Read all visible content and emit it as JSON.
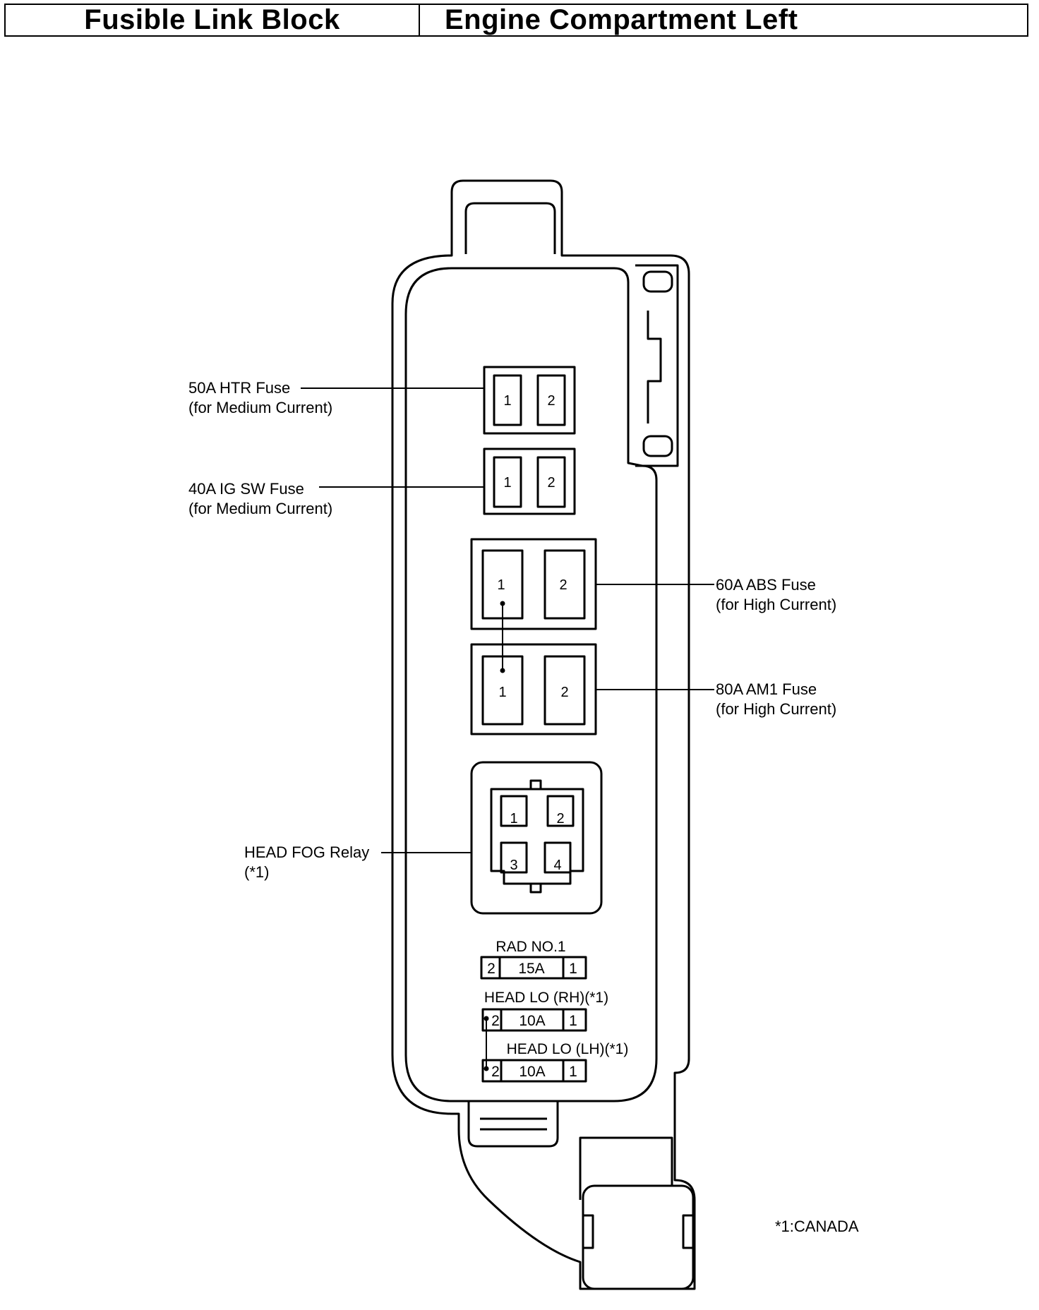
{
  "header": {
    "left_title": "Fusible Link Block",
    "right_title": "Engine Compartment Left"
  },
  "labels": {
    "htr": {
      "name": "50A HTR Fuse",
      "sub": "(for Medium Current)"
    },
    "igsw": {
      "name": "40A IG SW Fuse",
      "sub": "(for Medium Current)"
    },
    "abs": {
      "name": "60A ABS Fuse",
      "sub": "(for High Current)"
    },
    "am1": {
      "name": "80A AM1 Fuse",
      "sub": "(for High Current)"
    },
    "fog": {
      "name": "HEAD FOG Relay",
      "sub": "(*1)"
    }
  },
  "fuse_pins": {
    "p1": "1",
    "p2": "2",
    "p3": "3",
    "p4": "4"
  },
  "mini_fuses": {
    "rad": {
      "label": "RAD NO.1",
      "left_pin": "2",
      "rating": "15A",
      "right_pin": "1"
    },
    "head_lo_rh": {
      "label": "HEAD LO (RH)(*1)",
      "left_pin": "2",
      "rating": "10A",
      "right_pin": "1"
    },
    "head_lo_lh": {
      "label": "HEAD LO (LH)(*1)",
      "left_pin": "2",
      "rating": "10A",
      "right_pin": "1"
    }
  },
  "footnote": "*1:CANADA",
  "colors": {
    "line": "#000000",
    "background": "#ffffff"
  }
}
